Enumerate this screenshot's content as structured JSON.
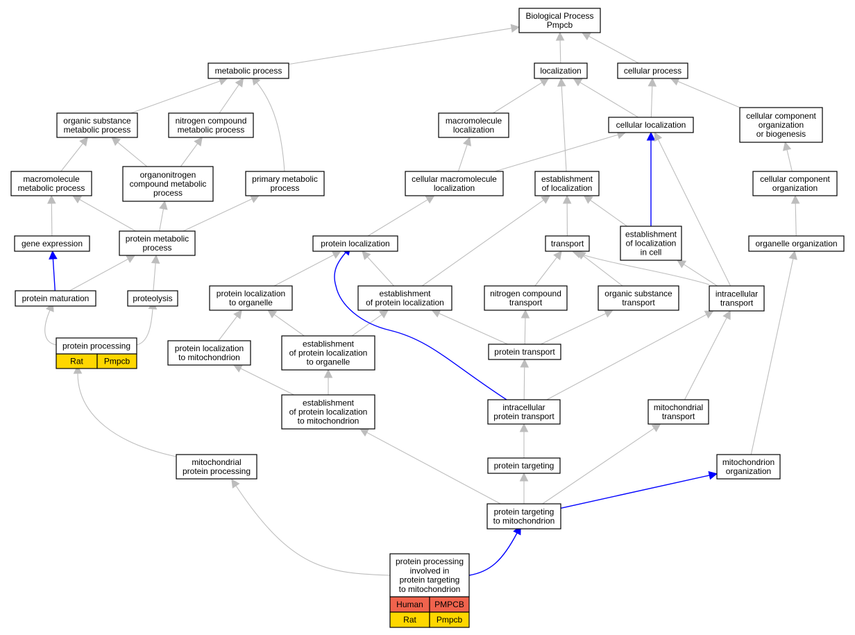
{
  "colors": {
    "edge_default": "#bdbdbd",
    "edge_highlight": "#0000ff",
    "human_cell": "#f0634d",
    "rat_cell": "#ffd700"
  },
  "nodes": {
    "bp": {
      "lines": [
        "Biological Process",
        "Pmpcb"
      ]
    },
    "metabolic": {
      "lines": [
        "metabolic process"
      ]
    },
    "localization": {
      "lines": [
        "localization"
      ]
    },
    "cellular_process": {
      "lines": [
        "cellular process"
      ]
    },
    "organic_sub_met": {
      "lines": [
        "organic substance",
        "metabolic process"
      ]
    },
    "nitrogen_comp_met": {
      "lines": [
        "nitrogen compound",
        "metabolic process"
      ]
    },
    "macromol_loc": {
      "lines": [
        "macromolecule",
        "localization"
      ]
    },
    "cellular_loc": {
      "lines": [
        "cellular localization"
      ]
    },
    "cc_org_biogen": {
      "lines": [
        "cellular component",
        "organization",
        "or biogenesis"
      ]
    },
    "macromol_met": {
      "lines": [
        "macromolecule",
        "metabolic process"
      ]
    },
    "organonitrogen": {
      "lines": [
        "organonitrogen",
        "compound metabolic",
        "process"
      ]
    },
    "primary_met": {
      "lines": [
        "primary metabolic",
        "process"
      ]
    },
    "cell_macromol_loc": {
      "lines": [
        "cellular macromolecule",
        "localization"
      ]
    },
    "estab_loc": {
      "lines": [
        "establishment",
        "of localization"
      ]
    },
    "cc_org": {
      "lines": [
        "cellular component",
        "organization"
      ]
    },
    "gene_expr": {
      "lines": [
        "gene expression"
      ]
    },
    "protein_met": {
      "lines": [
        "protein metabolic",
        "process"
      ]
    },
    "protein_loc": {
      "lines": [
        "protein localization"
      ]
    },
    "transport": {
      "lines": [
        "transport"
      ]
    },
    "estab_loc_cell": {
      "lines": [
        "establishment",
        "of localization",
        "in cell"
      ]
    },
    "organelle_org": {
      "lines": [
        "organelle organization"
      ]
    },
    "protein_mat": {
      "lines": [
        "protein maturation"
      ]
    },
    "proteolysis": {
      "lines": [
        "proteolysis"
      ]
    },
    "prot_loc_organelle": {
      "lines": [
        "protein localization",
        "to organelle"
      ]
    },
    "estab_prot_loc": {
      "lines": [
        "establishment",
        "of protein localization"
      ]
    },
    "nitrogen_transport": {
      "lines": [
        "nitrogen compound",
        "transport"
      ]
    },
    "organic_transport": {
      "lines": [
        "organic substance",
        "transport"
      ]
    },
    "intracell_transport": {
      "lines": [
        "intracellular",
        "transport"
      ]
    },
    "protein_processing": {
      "lines": [
        "protein processing"
      ],
      "cells": [
        [
          "Rat",
          "Pmpcb"
        ]
      ]
    },
    "prot_loc_mito": {
      "lines": [
        "protein localization",
        "to mitochondrion"
      ]
    },
    "estab_prot_loc_organelle": {
      "lines": [
        "establishment",
        "of protein localization",
        "to organelle"
      ]
    },
    "protein_transport": {
      "lines": [
        "protein transport"
      ]
    },
    "estab_prot_loc_mito": {
      "lines": [
        "establishment",
        "of protein localization",
        "to mitochondrion"
      ]
    },
    "intracell_prot_transport": {
      "lines": [
        "intracellular",
        "protein transport"
      ]
    },
    "mito_transport": {
      "lines": [
        "mitochondrial",
        "transport"
      ]
    },
    "mito_prot_processing": {
      "lines": [
        "mitochondrial",
        "protein processing"
      ]
    },
    "protein_targeting": {
      "lines": [
        "protein targeting"
      ]
    },
    "mito_org": {
      "lines": [
        "mitochondrion",
        "organization"
      ]
    },
    "prot_target_mito": {
      "lines": [
        "protein targeting",
        "to mitochondrion"
      ]
    },
    "ppitm": {
      "lines": [
        "protein processing",
        "involved in",
        "protein targeting",
        "to mitochondrion"
      ],
      "cells": [
        [
          "Human",
          "PMPCB"
        ],
        [
          "Rat",
          "Pmpcb"
        ]
      ]
    }
  },
  "edges": [
    {
      "from": "metabolic",
      "to": "bp",
      "highlight": false
    },
    {
      "from": "localization",
      "to": "bp",
      "highlight": false
    },
    {
      "from": "cellular_process",
      "to": "bp",
      "highlight": false
    },
    {
      "from": "organic_sub_met",
      "to": "metabolic",
      "highlight": false
    },
    {
      "from": "nitrogen_comp_met",
      "to": "metabolic",
      "highlight": false
    },
    {
      "from": "primary_met",
      "to": "metabolic",
      "highlight": false
    },
    {
      "from": "macromol_loc",
      "to": "localization",
      "highlight": false
    },
    {
      "from": "cellular_loc",
      "to": "localization",
      "highlight": false
    },
    {
      "from": "estab_loc",
      "to": "localization",
      "highlight": false
    },
    {
      "from": "cellular_loc",
      "to": "cellular_process",
      "highlight": false
    },
    {
      "from": "cc_org_biogen",
      "to": "cellular_process",
      "highlight": false
    },
    {
      "from": "macromol_met",
      "to": "organic_sub_met",
      "highlight": false
    },
    {
      "from": "organonitrogen",
      "to": "organic_sub_met",
      "highlight": false
    },
    {
      "from": "organonitrogen",
      "to": "nitrogen_comp_met",
      "highlight": false
    },
    {
      "from": "cell_macromol_loc",
      "to": "macromol_loc",
      "highlight": false
    },
    {
      "from": "cell_macromol_loc",
      "to": "cellular_loc",
      "highlight": false
    },
    {
      "from": "estab_loc_cell",
      "to": "cellular_loc",
      "highlight": true
    },
    {
      "from": "intracell_transport",
      "to": "cellular_loc",
      "highlight": false
    },
    {
      "from": "cc_org",
      "to": "cc_org_biogen",
      "highlight": false
    },
    {
      "from": "gene_expr",
      "to": "macromol_met",
      "highlight": false
    },
    {
      "from": "protein_met",
      "to": "macromol_met",
      "highlight": false
    },
    {
      "from": "protein_met",
      "to": "organonitrogen",
      "highlight": false
    },
    {
      "from": "protein_met",
      "to": "primary_met",
      "highlight": false
    },
    {
      "from": "protein_loc",
      "to": "cell_macromol_loc",
      "highlight": false
    },
    {
      "from": "transport",
      "to": "estab_loc",
      "highlight": false
    },
    {
      "from": "estab_prot_loc",
      "to": "estab_loc",
      "highlight": false
    },
    {
      "from": "estab_loc_cell",
      "to": "estab_loc",
      "highlight": false
    },
    {
      "from": "organelle_org",
      "to": "cc_org",
      "highlight": false
    },
    {
      "from": "protein_mat",
      "to": "gene_expr",
      "highlight": true
    },
    {
      "from": "protein_mat",
      "to": "protein_met",
      "highlight": false
    },
    {
      "from": "proteolysis",
      "to": "protein_met",
      "highlight": false
    },
    {
      "from": "prot_loc_organelle",
      "to": "protein_loc",
      "highlight": false
    },
    {
      "from": "estab_prot_loc",
      "to": "protein_loc",
      "highlight": false
    },
    {
      "from": "nitrogen_transport",
      "to": "transport",
      "highlight": false
    },
    {
      "from": "organic_transport",
      "to": "transport",
      "highlight": false
    },
    {
      "from": "intracell_transport",
      "to": "transport",
      "highlight": false
    },
    {
      "from": "intracell_transport",
      "to": "estab_loc_cell",
      "highlight": false
    },
    {
      "from": "mito_org",
      "to": "organelle_org",
      "highlight": false
    },
    {
      "from": "protein_processing",
      "to": "protein_mat",
      "highlight": false
    },
    {
      "from": "protein_processing",
      "to": "proteolysis",
      "highlight": false
    },
    {
      "from": "prot_loc_mito",
      "to": "prot_loc_organelle",
      "highlight": false
    },
    {
      "from": "estab_prot_loc_organelle",
      "to": "prot_loc_organelle",
      "highlight": false
    },
    {
      "from": "estab_prot_loc_organelle",
      "to": "estab_prot_loc",
      "highlight": false
    },
    {
      "from": "protein_transport",
      "to": "estab_prot_loc",
      "highlight": false
    },
    {
      "from": "protein_transport",
      "to": "nitrogen_transport",
      "highlight": false
    },
    {
      "from": "protein_transport",
      "to": "organic_transport",
      "highlight": false
    },
    {
      "from": "estab_prot_loc_mito",
      "to": "prot_loc_mito",
      "highlight": false
    },
    {
      "from": "estab_prot_loc_mito",
      "to": "estab_prot_loc_organelle",
      "highlight": false
    },
    {
      "from": "intracell_prot_transport",
      "to": "protein_transport",
      "highlight": false
    },
    {
      "from": "intracell_prot_transport",
      "to": "intracell_transport",
      "highlight": false
    },
    {
      "from": "intracell_prot_transport",
      "to": "protein_loc",
      "highlight": true
    },
    {
      "from": "mito_transport",
      "to": "intracell_transport",
      "highlight": false
    },
    {
      "from": "mito_prot_processing",
      "to": "protein_processing",
      "highlight": false
    },
    {
      "from": "protein_targeting",
      "to": "intracell_prot_transport",
      "highlight": false
    },
    {
      "from": "prot_target_mito",
      "to": "protein_targeting",
      "highlight": false
    },
    {
      "from": "prot_target_mito",
      "to": "estab_prot_loc_mito",
      "highlight": false
    },
    {
      "from": "prot_target_mito",
      "to": "mito_transport",
      "highlight": false
    },
    {
      "from": "prot_target_mito",
      "to": "mito_org",
      "highlight": true
    },
    {
      "from": "ppitm",
      "to": "mito_prot_processing",
      "highlight": false
    },
    {
      "from": "ppitm",
      "to": "prot_target_mito",
      "highlight": true
    }
  ]
}
